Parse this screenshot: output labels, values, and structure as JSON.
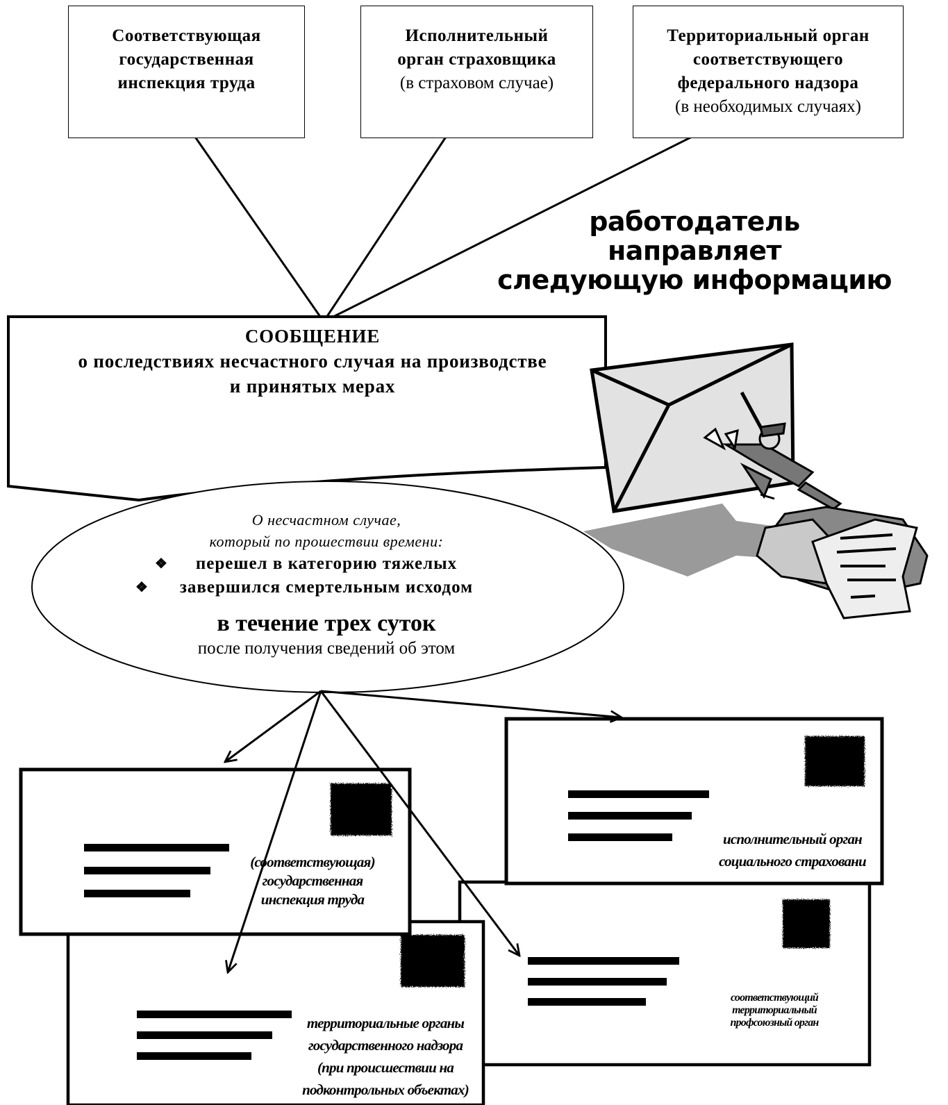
{
  "top_boxes": [
    {
      "lines": [
        "Соответствующая",
        "государственная",
        "инспекция труда"
      ],
      "note": ""
    },
    {
      "lines": [
        "Исполнительный",
        "орган страховщика"
      ],
      "note": "(в страховом случае)"
    },
    {
      "lines": [
        "Территориальный орган",
        "соответствующего",
        "федерального надзора"
      ],
      "note": "(в необходимых случаях)"
    }
  ],
  "slogan": [
    "работодатель",
    "направляет",
    "следующую информацию"
  ],
  "message": {
    "title": "СООБЩЕНИЕ",
    "lines": [
      "о последствиях несчастного случая на производстве",
      "и принятых мерах"
    ]
  },
  "oval": {
    "intro": [
      "О несчастном случае,",
      "который по прошествии времени:"
    ],
    "bullets": [
      "перешел в категорию тяжелых",
      "завершился смертельным исходом"
    ],
    "bullet_mark": "❖",
    "deadline": "в течение трех суток",
    "deadline_note": "после получения  сведений об этом"
  },
  "envelopes": [
    {
      "lines": [
        "(соответствующая)",
        "государственная",
        "инспекция труда"
      ]
    },
    {
      "lines": [
        "территориальные органы",
        "государственного надзора",
        "(при происшествии на",
        "подконтрольных объектах)"
      ]
    },
    {
      "lines": [
        "соответствующий",
        "территориальный",
        "профсоюзный орган"
      ]
    },
    {
      "lines": [
        "исполнительный орган",
        "социального страховани"
      ]
    }
  ]
}
